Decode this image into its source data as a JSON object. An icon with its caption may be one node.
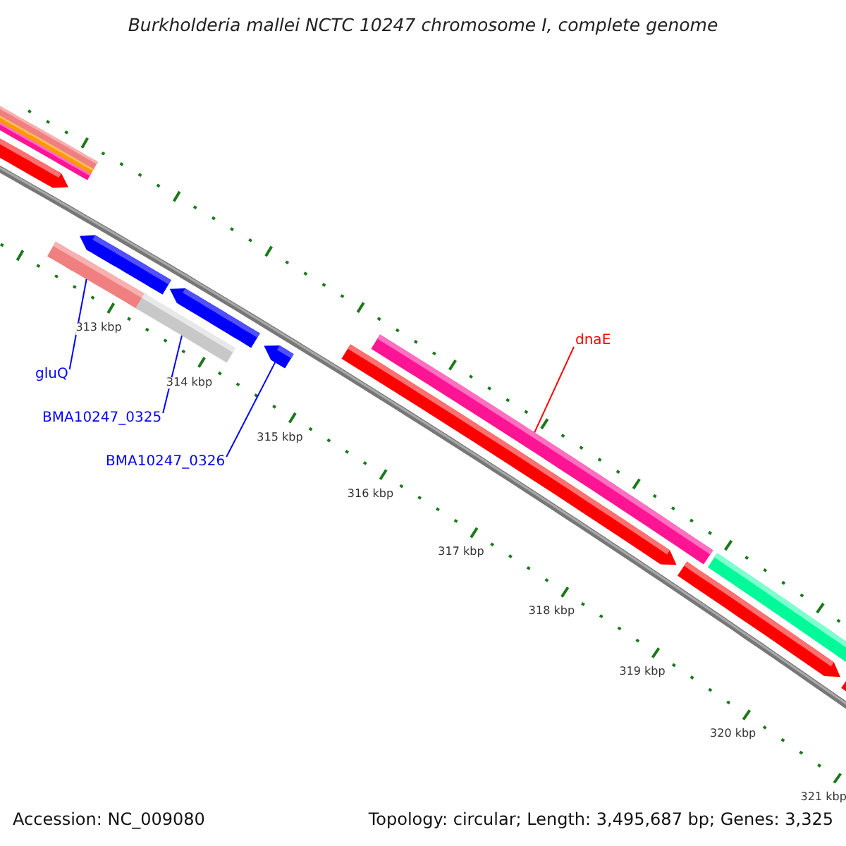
{
  "diagram": {
    "title": "Burkholderia mallei NCTC 10247 chromosome I, complete genome",
    "nodes": [
      {
        "text": [
          "gluQ"
        ]
      },
      {
        "text": [],
        "shape": "bar"
      },
      {
        "text": [
          "BMA10247_0325"
        ]
      },
      {
        "text": [],
        "shape": "bar"
      },
      {
        "text": [
          "BMA10247_0326"
        ]
      },
      {
        "text": [],
        "shape": "bar"
      },
      {
        "text": [
          "dnaE"
        ]
      },
      {
        "text": [],
        "shape": "bar"
      }
    ],
    "edges": [
      {
        "from": 0,
        "to": 1,
        "arrow": "none"
      },
      {
        "from": 2,
        "to": 3,
        "arrow": "none"
      },
      {
        "from": 4,
        "to": 5,
        "arrow": "none"
      },
      {
        "from": 6,
        "to": 7,
        "arrow": "none",
        "color": "#ff0000"
      }
    ],
    "labels": [
      "313 kbp",
      "314 kbp",
      "315 kbp",
      "316 kbp",
      "317 kbp",
      "318 kbp",
      "319 kbp",
      "320 kbp",
      "321 kbp",
      "Accession: NC_009080",
      "Topology: circular; Length: 3,495,687 bp; Genes: 3,325"
    ]
  }
}
